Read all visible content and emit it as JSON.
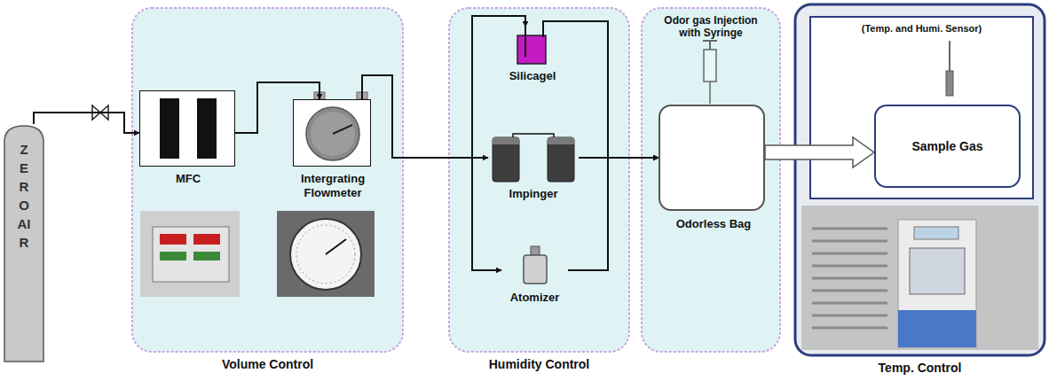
{
  "diagram": {
    "nodes": [
      {
        "text": [
          "ZERO AIR"
        ]
      },
      {
        "text": [
          "Volume Control"
        ]
      },
      {
        "text": [
          "MFC"
        ],
        "in": 1
      },
      {
        "text": [
          "Intergrating Flowmeter"
        ],
        "in": 1
      },
      {
        "text": [
          "Humidity Control"
        ]
      },
      {
        "text": [
          "Silicagel"
        ],
        "in": 4
      },
      {
        "text": [
          "Impinger"
        ],
        "in": 4
      },
      {
        "text": [
          "Atomizer"
        ],
        "in": 4
      },
      {
        "text": [
          "Odor gas Injection with Syringe"
        ]
      },
      {
        "text": [
          "Odorless Bag"
        ],
        "in": 8
      },
      {
        "text": [
          "Temp. Control"
        ]
      },
      {
        "text": [
          "(Temp. and Humi. Sensor)"
        ],
        "in": 10
      },
      {
        "text": [
          "Sample Gas"
        ],
        "in": 11
      }
    ],
    "edges": [
      {
        "from": 0,
        "to": 2,
        "arrow": "to"
      },
      {
        "from": 2,
        "to": 3,
        "arrow": "to"
      },
      {
        "from": 3,
        "to": 5,
        "arrow": "to"
      },
      {
        "from": 3,
        "to": 6,
        "arrow": "to"
      },
      {
        "from": 3,
        "to": 7,
        "arrow": "to"
      },
      {
        "from": 5,
        "to": 9,
        "arrow": "to"
      },
      {
        "from": 6,
        "to": 9,
        "arrow": "to"
      },
      {
        "from": 7,
        "to": 9,
        "arrow": "to"
      },
      {
        "from": 9,
        "to": 12,
        "arrow": "to"
      }
    ]
  }
}
